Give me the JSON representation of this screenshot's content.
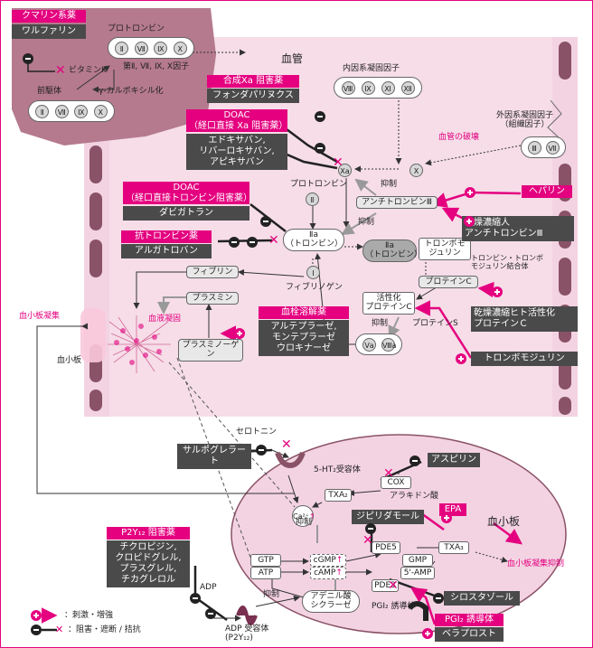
{
  "liver": {
    "coumarin_header": "クマリン系薬",
    "warfarin": "ワルファリン",
    "prothrombin": "プロトロンビン",
    "factors_active": [
      "Ⅱ",
      "Ⅶ",
      "Ⅸ",
      "Ⅹ"
    ],
    "factors_label": "第Ⅱ, Ⅶ, Ⅸ, Ⅹ因子",
    "vitamin_k": "ビタミンK",
    "precursor": "前駆体",
    "carboxylation": "γ-カルボキシル化",
    "factors_precursor": [
      "Ⅱ",
      "Ⅶ",
      "Ⅸ",
      "Ⅹ"
    ]
  },
  "vessel": {
    "title": "血管",
    "intrinsic": "内因系凝固因子",
    "intrinsic_factors": [
      "Ⅷ",
      "Ⅸ",
      "Ⅺ",
      "Ⅻ"
    ],
    "extrinsic": "外因系凝固因子\n（組織因子）",
    "extrinsic_factors": [
      "Ⅲ",
      "Ⅶ"
    ],
    "damage": "血管の破壊",
    "xa": "Ⅹa",
    "x": "Ⅹ",
    "inhibit1": "抑制",
    "antithrombin": "アンチトロンビンⅢ",
    "inhibit2": "抑制",
    "prothrombin2": "プロトロンビン",
    "ii": "Ⅱ",
    "iia_thrombin": "Ⅱa\n（トロンビン）",
    "iia_thrombin2": "Ⅱa\n（トロンビン）",
    "thrombomodulin_inner": "トロンボモ\nジュリン",
    "thrombin_tm_complex": "トロンビン・トロンボ\nモジュリン結合体",
    "protein_c": "プロテインC",
    "activated_pc": "活性化\nプロテインC",
    "protein_s": "プロテインS",
    "inhibit3": "抑制",
    "va_viiia": [
      "Ⅴa",
      "Ⅷa"
    ],
    "fibrin": "フィブリン",
    "i": "Ⅰ",
    "fibrinogen": "フィブリノゲン",
    "plasmin": "プラスミン",
    "plasminogen": "プラスミノーゲン",
    "blood_clot": "血液凝固",
    "platelet_aggregation": "血小板凝集",
    "platelet": "血小板"
  },
  "drugs": {
    "synthetic_xa_header": "合成Xa 阻害薬",
    "fondaparinux": "フォンダパリヌクス",
    "doac_xa_header": "DOAC\n（経口直接 Xa 阻害薬）",
    "doac_xa_body": "エドキサバン,\nリバーロキサバン,\nアピキサバン",
    "doac_thrombin_header": "DOAC\n（経口直接トロンビン阻害薬）",
    "dabigatran": "ダビガトラン",
    "anti_thrombin_header": "抗トロンビン薬",
    "argatroban": "アルガトロバン",
    "thrombolytic_header": "血栓溶解薬",
    "thrombolytic_body": "アルテプラーゼ,\nモンテプラーゼ\nウロキナーゼ",
    "heparin": "ヘパリン",
    "dried_at": "乾燥濃縮人\nアンチトロンビンⅢ",
    "dried_apc": "乾燥濃縮ヒト活性化\nプロテインＣ",
    "thrombomodulin_drug": "トロンボモジュリン"
  },
  "platelet_cell": {
    "title": "血小板",
    "serotonin": "セロトニン",
    "sarpogrelate": "サルポグレラート",
    "ht2_receptor": "5-HT₂受容体",
    "aspirin": "アスピリン",
    "cox": "COX",
    "arachidonic": "アラキドン酸",
    "txa2": "TXA₂",
    "ca": "Ca²⁺",
    "ca_arrow": "↑",
    "epa": "EPA",
    "txa3": "TXA₃",
    "pa_inhibition": "血小板凝集抑制",
    "dipyridamole": "ジピリダモール",
    "pde5": "PDE5",
    "gmp": "GMP",
    "gtp": "GTP",
    "atp": "ATP",
    "cgmp": "cGMP",
    "camp": "cAMP",
    "up_arrow": "↑",
    "amp": "5'-AMP",
    "pde3": "PDE3",
    "cilostazol": "シロスタゾール",
    "inhibit_a": "抑制",
    "inhibit_b": "抑制",
    "adenylate": "アデニル酸\nシクラーゼ",
    "p2y12_header": "P2Y₁₂ 阻害薬",
    "p2y12_body": "チクロピジン,\nクロピドグレル,\nプラスグレル,\nチカグレロル",
    "adp": "ADP",
    "adp_receptor": "ADP 受容体\n(P2Y₁₂)",
    "pgi2": "PGI₂ 誘導体",
    "pgi2_header": "PGI₂ 誘導体",
    "beraprost": "ベラプロスト"
  },
  "legend": {
    "stimulate": "：刺激・増強",
    "inhibit": "：阻害・遮断 / 拮抗"
  },
  "colors": {
    "accent": "#e4007f",
    "vessel": "#f3d3e2",
    "wall": "#8a5266",
    "liver": "#b57a8e"
  }
}
